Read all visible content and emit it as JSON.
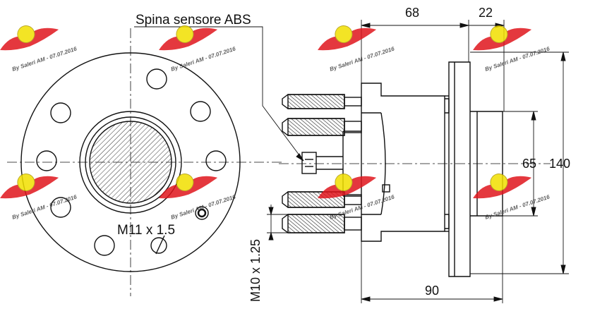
{
  "labels": {
    "abs_sensor": "Spina sensore ABS",
    "wheel_thread": "M11 x 1.5",
    "stud_thread": "M10 x 1.25"
  },
  "dimensions": {
    "d68": "68",
    "d22": "22",
    "d65": "65",
    "d140": "140",
    "d90": "90"
  },
  "watermark": {
    "text": "By Saleri AM - 07.07.2016",
    "logo_color": "#e0161d",
    "badge_color": "#f2e000"
  }
}
